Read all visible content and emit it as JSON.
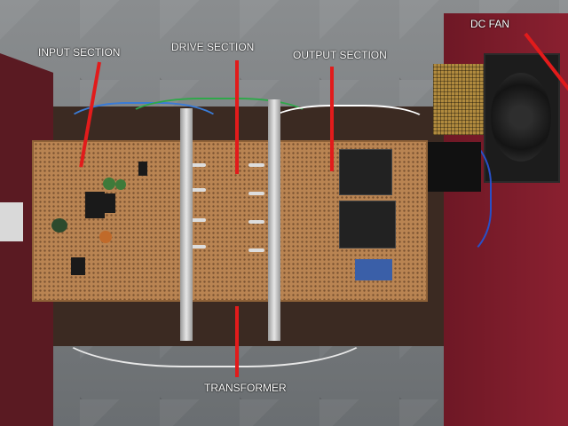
{
  "annotations": {
    "input": "INPUT SECTION",
    "drive": "DRIVE SECTION",
    "output": "OUTPUT SECTION",
    "fan": "DC FAN",
    "transformer": "TRANSFORMER"
  },
  "colors": {
    "pointer": "#e21b1b",
    "label": "#ffffff",
    "pcb": "#b98452",
    "cabinet": "#7a1c2a"
  }
}
